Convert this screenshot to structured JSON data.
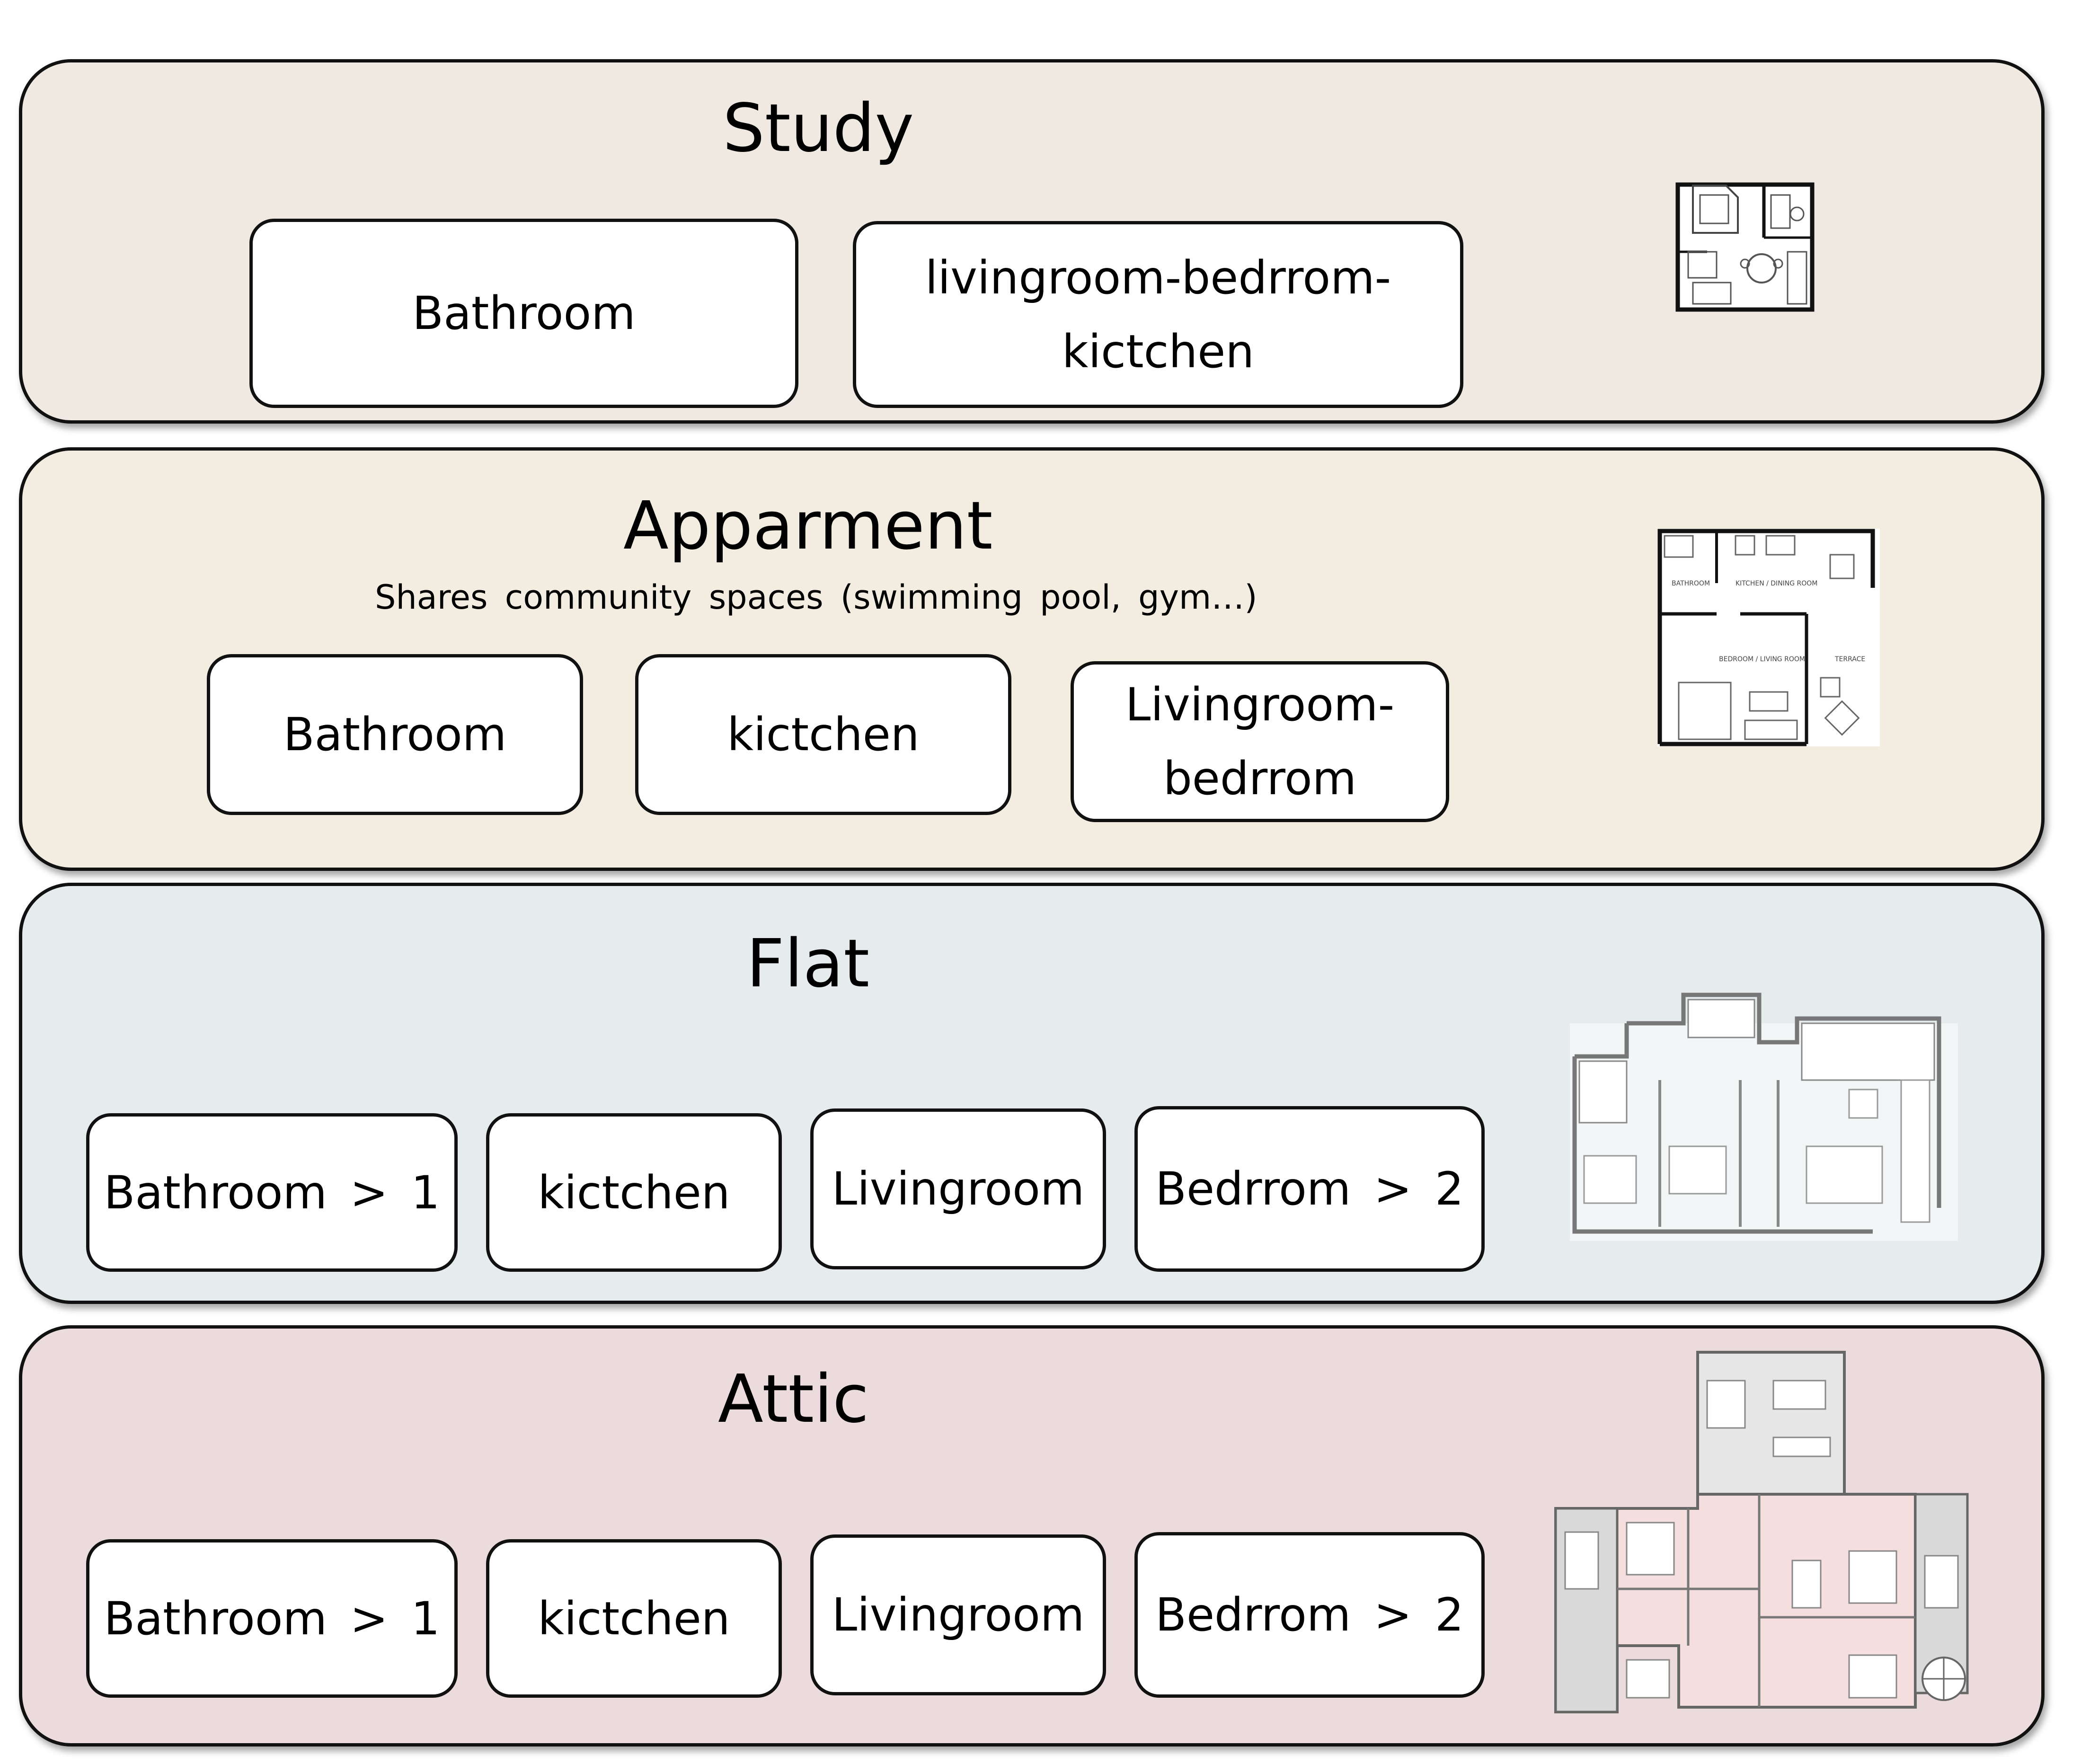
{
  "bands": {
    "study": {
      "title": "Study",
      "color": "#efe9e2",
      "rooms": [
        "Bathroom",
        "livingroom-bedrrom-\nkictchen"
      ],
      "plan_icon": "study-floor-plan-icon"
    },
    "apartment": {
      "title": "Apparment",
      "subtitle": "Shares community spaces (swimming pool, gym…)",
      "color": "#f3ece1",
      "rooms": [
        "Bathroom",
        "kictchen",
        "Livingroom-\nbedrrom"
      ],
      "plan_labels": [
        "BATHROOM",
        "KITCHEN / DINING ROOM",
        "BEDROOM / LIVING ROOM",
        "TERRACE"
      ],
      "plan_icon": "apartment-floor-plan-icon"
    },
    "flat": {
      "title": "Flat",
      "color": "#e6ecee",
      "rooms": [
        "Bathroom > 1",
        "kictchen",
        "Livingroom",
        "Bedrrom > 2"
      ],
      "plan_icon": "flat-floor-plan-icon"
    },
    "attic": {
      "title": "Attic",
      "color": "#ecdbdc",
      "rooms": [
        "Bathroom > 1",
        "kictchen",
        "Livingroom",
        "Bedrrom > 2"
      ],
      "plan_icon": "attic-floor-plan-icon"
    }
  }
}
